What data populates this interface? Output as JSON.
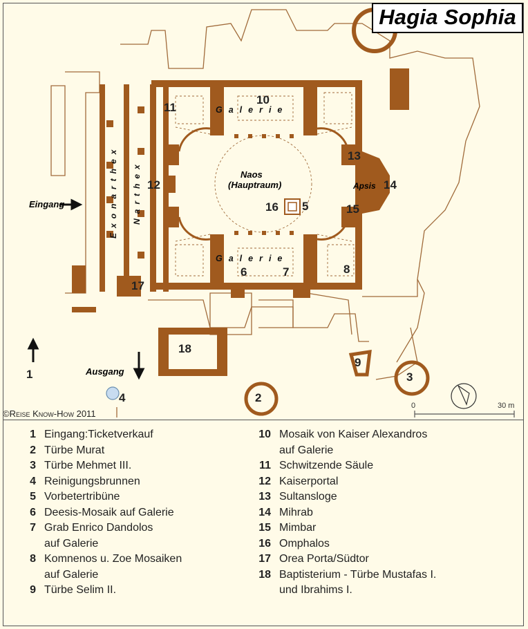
{
  "title": "Hagia Sophia",
  "copyright": {
    "symbol": "©Reise Know-How",
    "year": "2011"
  },
  "map_labels": {
    "galerie_top": "Galerie",
    "galerie_bottom": "Galerie",
    "naos": "Naos",
    "hauptraum": "(Hauptraum)",
    "exonarthex": "Exonarthex",
    "narthex": "Narthex",
    "eingang": "Eingang",
    "ausgang": "Ausgang",
    "apsis": "Apsis"
  },
  "markers": {
    "m1": "1",
    "m2": "2",
    "m3": "3",
    "m4": "4",
    "m5": "5",
    "m6": "6",
    "m7": "7",
    "m8": "8",
    "m9": "9",
    "m10": "10",
    "m11": "11",
    "m12": "12",
    "m13": "13",
    "m14": "14",
    "m15": "15",
    "m16": "16",
    "m17": "17",
    "m18": "18"
  },
  "scale": {
    "start": "0",
    "end": "30 m"
  },
  "legend_left": [
    {
      "n": "1",
      "t": "Eingang:Ticketverkauf"
    },
    {
      "n": "2",
      "t": "Türbe Murat"
    },
    {
      "n": "3",
      "t": "Türbe Mehmet III."
    },
    {
      "n": "4",
      "t": "Reinigungsbrunnen"
    },
    {
      "n": "5",
      "t": "Vorbetertribüne"
    },
    {
      "n": "6",
      "t": "Deesis-Mosaik auf Galerie"
    },
    {
      "n": "7",
      "t": "Grab Enrico Dandolos\nauf Galerie"
    },
    {
      "n": "8",
      "t": "Komnenos u. Zoe Mosaiken\nauf Galerie"
    },
    {
      "n": "9",
      "t": "Türbe Selim II."
    }
  ],
  "legend_right": [
    {
      "n": "10",
      "t": "Mosaik von Kaiser Alexandros\nauf Galerie"
    },
    {
      "n": "11",
      "t": "Schwitzende Säule"
    },
    {
      "n": "12",
      "t": "Kaiserportal"
    },
    {
      "n": "13",
      "t": "Sultansloge"
    },
    {
      "n": "14",
      "t": "Mihrab"
    },
    {
      "n": "15",
      "t": "Mimbar"
    },
    {
      "n": "16",
      "t": "Omphalos"
    },
    {
      "n": "17",
      "t": "Orea Porta/Südtor"
    },
    {
      "n": "18",
      "t": "Baptisterium - Türbe Mustafas I.\nund Ibrahims I."
    }
  ],
  "colors": {
    "wall": "#a05a1e",
    "line": "#a06a3a",
    "paper": "#fffbe8"
  }
}
